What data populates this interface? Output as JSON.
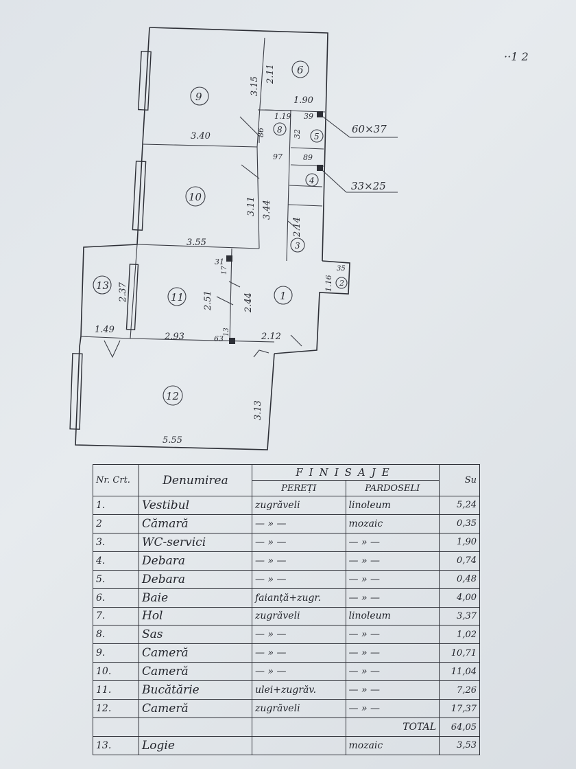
{
  "plan": {
    "corner_mark": "··1 2",
    "rooms": [
      {
        "nr": "9"
      },
      {
        "nr": "6"
      },
      {
        "nr": "8"
      },
      {
        "nr": "5"
      },
      {
        "nr": "4"
      },
      {
        "nr": "10"
      },
      {
        "nr": "3"
      },
      {
        "nr": "2"
      },
      {
        "nr": "13"
      },
      {
        "nr": "11"
      },
      {
        "nr": "1"
      },
      {
        "nr": "12"
      }
    ],
    "dimensions": [
      "3.15",
      "2.11",
      "1.90",
      "1.19",
      "3.40",
      "3.11",
      "3.44",
      "2.14",
      "3.55",
      "2.37",
      "2.51",
      "2.44",
      "2.93",
      "2.12",
      "1.49",
      "3.13",
      "5.55",
      "1.16",
      "39",
      "32",
      "97",
      "86",
      "89",
      "31",
      "17",
      "63",
      "13",
      "35"
    ],
    "annotations": {
      "upper": "60×37",
      "lower": "33×25"
    }
  },
  "table": {
    "headers": {
      "nr": "Nr. Crt.",
      "denumirea": "Denumirea",
      "finisaje": "FINISAJE",
      "pereti": "PEREȚI",
      "pardoseli": "PARDOSELI",
      "su": "Su"
    },
    "rows": [
      {
        "nr": "1.",
        "name": "Vestibul",
        "pereti": "zugrăveli",
        "pardoseli": "linoleum",
        "su": "5,24"
      },
      {
        "nr": "2",
        "name": "Cămară",
        "pereti": "— » —",
        "pardoseli": "mozaic",
        "su": "0,35"
      },
      {
        "nr": "3.",
        "name": "WC-servici",
        "pereti": "— » —",
        "pardoseli": "— » —",
        "su": "1,90"
      },
      {
        "nr": "4.",
        "name": "Debara",
        "pereti": "— » —",
        "pardoseli": "— » —",
        "su": "0,74"
      },
      {
        "nr": "5.",
        "name": "Debara",
        "pereti": "— » —",
        "pardoseli": "— » —",
        "su": "0,48"
      },
      {
        "nr": "6.",
        "name": "Baie",
        "pereti": "faianță+zugr.",
        "pardoseli": "— » —",
        "su": "4,00"
      },
      {
        "nr": "7.",
        "name": "Hol",
        "pereti": "zugrăveli",
        "pardoseli": "linoleum",
        "su": "3,37"
      },
      {
        "nr": "8.",
        "name": "Sas",
        "pereti": "— » —",
        "pardoseli": "— » —",
        "su": "1,02"
      },
      {
        "nr": "9.",
        "name": "Cameră",
        "pereti": "— » —",
        "pardoseli": "— » —",
        "su": "10,71"
      },
      {
        "nr": "10.",
        "name": "Cameră",
        "pereti": "— » —",
        "pardoseli": "— » —",
        "su": "11,04"
      },
      {
        "nr": "11.",
        "name": "Bucătărie",
        "pereti": "ulei+zugrăv.",
        "pardoseli": "— » —",
        "su": "7,26"
      },
      {
        "nr": "12.",
        "name": "Cameră",
        "pereti": "zugrăveli",
        "pardoseli": "— » —",
        "su": "17,37"
      }
    ],
    "total": {
      "label": "TOTAL",
      "su": "64,05"
    },
    "logia": {
      "nr": "13.",
      "name": "Logie",
      "pardoseli": "mozaic",
      "su": "3,53"
    }
  }
}
